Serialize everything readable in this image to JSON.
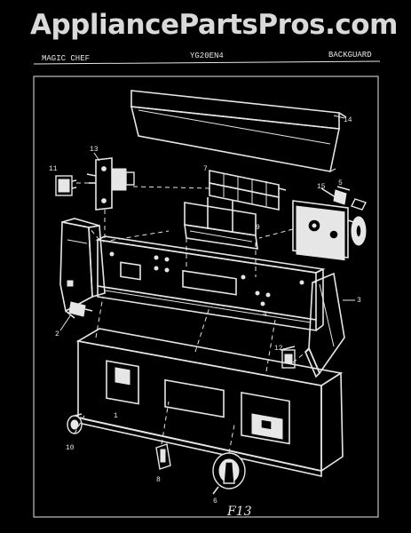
{
  "watermark": "AppliancePartsPros.com",
  "header": {
    "brand": "MAGIC CHEF",
    "model": "YG20EN4",
    "section": "BACKGUARD"
  },
  "callouts": {
    "c1": "1",
    "c2": "2",
    "c3": "3",
    "c4": "4",
    "c5": "5",
    "c6": "6",
    "c7": "7",
    "c8": "8",
    "c9": "9",
    "c10": "10",
    "c11": "11",
    "c12": "12",
    "c13": "13",
    "c14": "14",
    "c15": "15"
  },
  "figure_label": "F13",
  "colors": {
    "background": "#000000",
    "ink": "#e6e6e6"
  }
}
